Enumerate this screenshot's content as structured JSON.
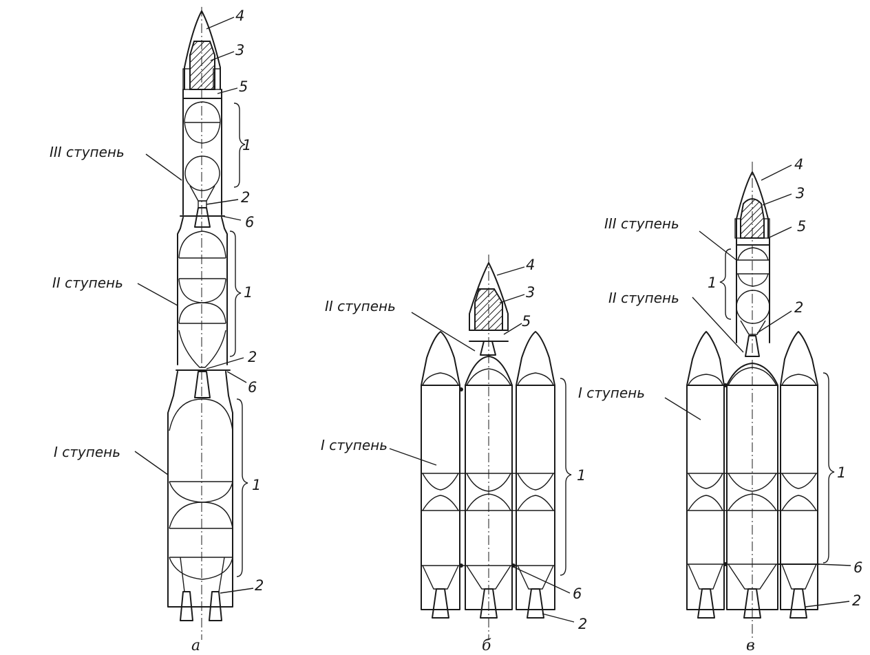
{
  "diagram": {
    "variant_a": {
      "caption": "а",
      "stage_labels": [
        "III ступень",
        "II ступень",
        "I ступень"
      ],
      "part_numbers": [
        "4",
        "3",
        "5",
        "1",
        "2",
        "6",
        "1",
        "2",
        "6",
        "1",
        "2"
      ]
    },
    "variant_b": {
      "caption": "б",
      "stage_labels": [
        "II ступень",
        "I ступень"
      ],
      "part_numbers": [
        "4",
        "3",
        "5",
        "1",
        "6",
        "2"
      ]
    },
    "variant_c": {
      "caption": "в",
      "stage_labels": [
        "III ступень",
        "II ступень",
        "I ступень"
      ],
      "part_numbers": [
        "4",
        "3",
        "5",
        "1",
        "2",
        "1",
        "6",
        "2"
      ]
    }
  }
}
